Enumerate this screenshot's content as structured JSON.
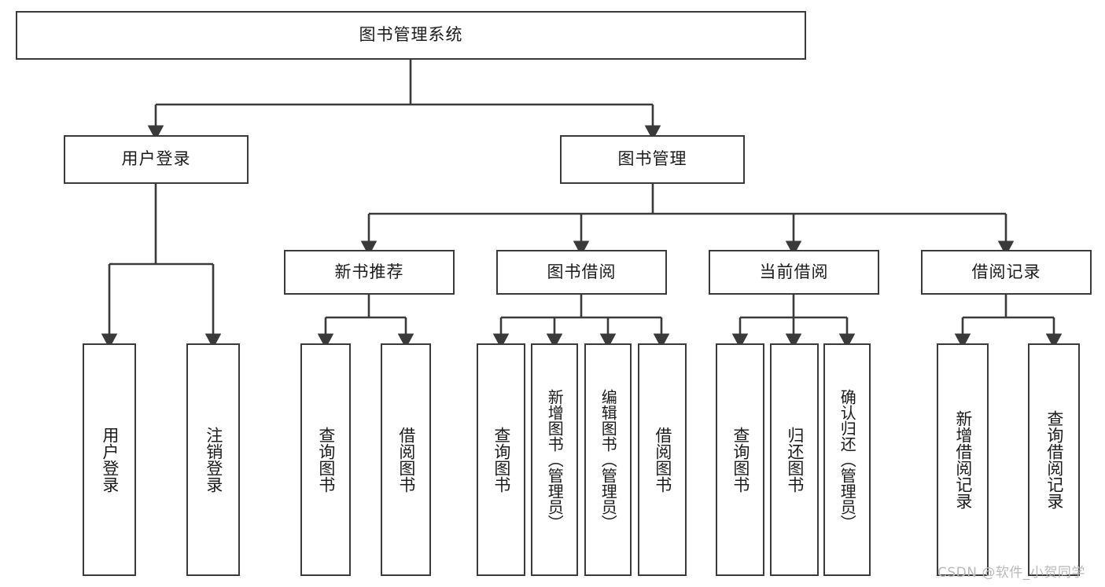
{
  "diagram": {
    "type": "tree",
    "title": "图书管理系统",
    "root": {
      "id": "root",
      "label": "图书管理系统"
    },
    "level1": [
      {
        "id": "user-login",
        "label": "用户登录"
      },
      {
        "id": "book-management",
        "label": "图书管理"
      }
    ],
    "level2": [
      {
        "id": "new-book-recommend",
        "label": "新书推荐",
        "parent": "book-management"
      },
      {
        "id": "book-borrow",
        "label": "图书借阅",
        "parent": "book-management"
      },
      {
        "id": "current-borrow",
        "label": "当前借阅",
        "parent": "book-management"
      },
      {
        "id": "borrow-record",
        "label": "借阅记录",
        "parent": "book-management"
      }
    ],
    "leaves": [
      {
        "id": "leaf-user-login",
        "label": "用户登录",
        "parent": "user-login"
      },
      {
        "id": "leaf-logout-login",
        "label": "注销登录",
        "parent": "user-login"
      },
      {
        "id": "leaf-query-book-1",
        "label": "查询图书",
        "parent": "new-book-recommend"
      },
      {
        "id": "leaf-borrow-book-1",
        "label": "借阅图书",
        "parent": "new-book-recommend"
      },
      {
        "id": "leaf-query-book-2",
        "label": "查询图书",
        "parent": "book-borrow"
      },
      {
        "id": "leaf-add-book",
        "label": "新增图书（管理员）",
        "parent": "book-borrow"
      },
      {
        "id": "leaf-edit-book",
        "label": "编辑图书（管理员）",
        "parent": "book-borrow"
      },
      {
        "id": "leaf-borrow-book-2",
        "label": "借阅图书",
        "parent": "book-borrow"
      },
      {
        "id": "leaf-query-book-3",
        "label": "查询图书",
        "parent": "current-borrow"
      },
      {
        "id": "leaf-return-book",
        "label": "归还图书",
        "parent": "current-borrow"
      },
      {
        "id": "leaf-confirm-return",
        "label": "确认归还（管理员）",
        "parent": "current-borrow"
      },
      {
        "id": "leaf-add-record",
        "label": "新增借阅记录",
        "parent": "borrow-record"
      },
      {
        "id": "leaf-query-record",
        "label": "查询借阅记录",
        "parent": "borrow-record"
      }
    ],
    "colors": {
      "stroke": "#3a3a3a",
      "fill": "#ffffff",
      "text": "#1b1b1b",
      "watermark": "#b9b9b9"
    }
  },
  "watermark": {
    "text": "CSDN @软件_小贺同学"
  }
}
